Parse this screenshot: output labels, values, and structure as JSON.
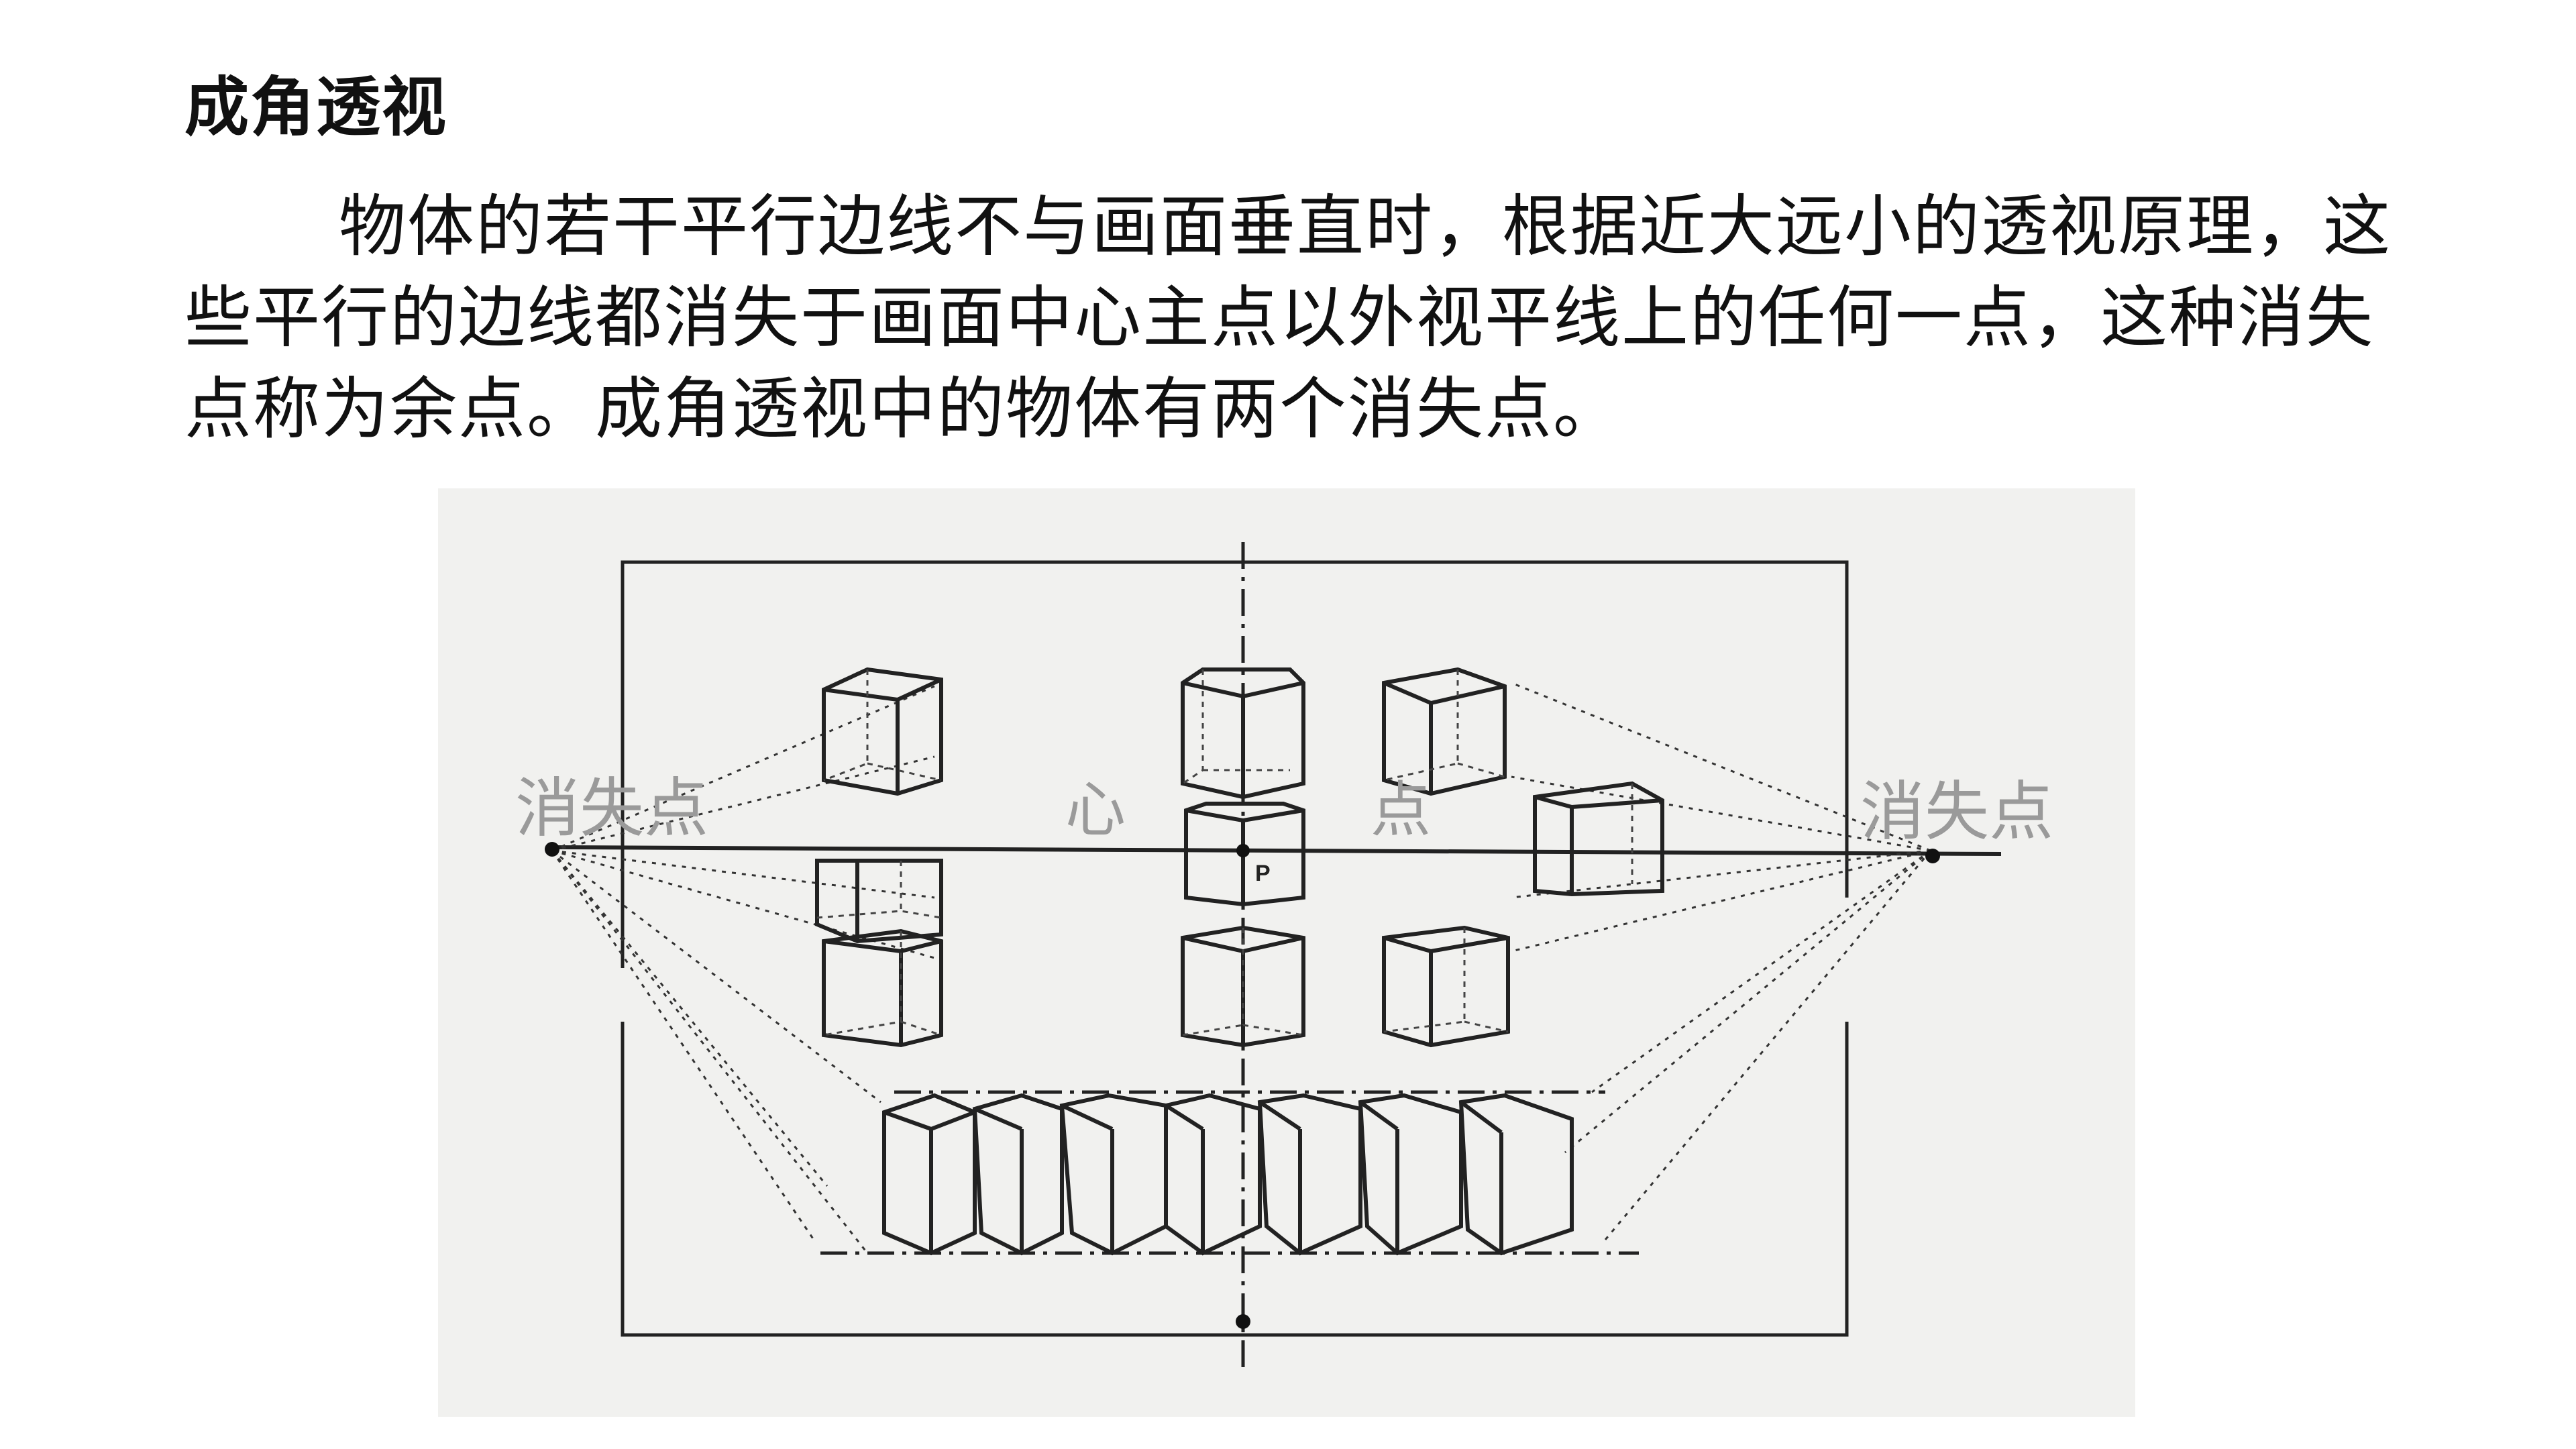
{
  "slide": {
    "title": "成角透视",
    "paragraph": "物体的若干平行边线不与画面垂直时，根据近大远小的透视原理，这些平行的边线都消失于画面中心主点以外视平线上的任何一点，这种消失点称为余点。成角透视中的物体有两个消失点。"
  },
  "figure": {
    "left_label": "消失点",
    "right_label": "消失点",
    "center_label_1": "心",
    "center_label_2": "点",
    "center_point_letter": "P"
  }
}
